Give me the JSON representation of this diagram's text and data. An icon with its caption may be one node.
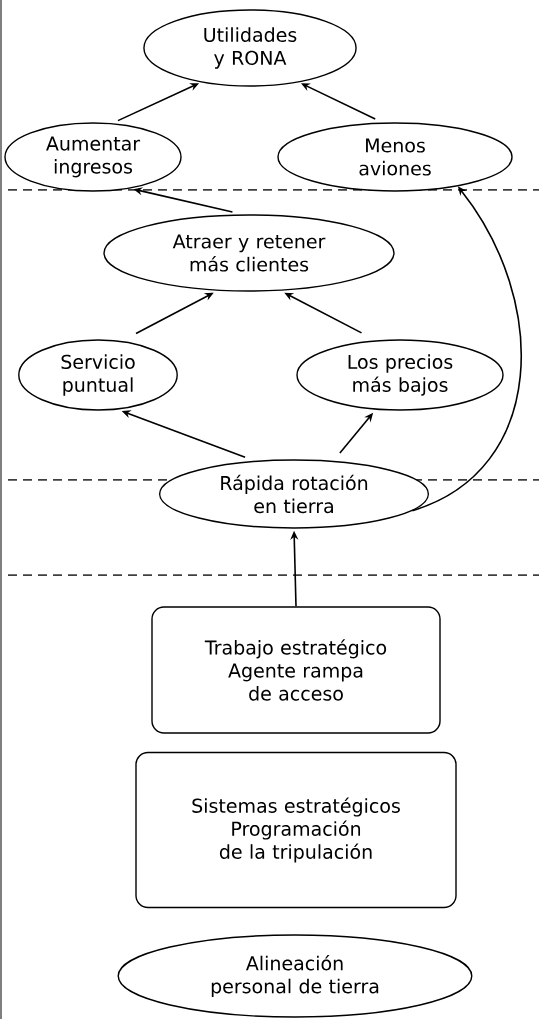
{
  "diagram": {
    "nodes": [
      {
        "text": [
          "Utilidades y RONA"
        ]
      },
      {
        "text": [
          "Aumentar ingresos"
        ]
      },
      {
        "text": [
          "Menos aviones"
        ]
      },
      {
        "text": [
          "Atraer y retener más clientes"
        ]
      },
      {
        "text": [
          "Servicio puntual"
        ]
      },
      {
        "text": [
          "Los precios más bajos"
        ]
      },
      {
        "text": [
          "Rápida rotación en tierra"
        ]
      },
      {
        "text": [
          "Trabajo estratégico Agente rampa de acceso"
        ]
      },
      {
        "text": [
          "Sistemas estratégicos Programación de la tripulación"
        ]
      },
      {
        "text": [
          "Alineación personal de tierra"
        ]
      }
    ],
    "edges": [
      {
        "from": 1,
        "to": 0,
        "arrow": "to"
      },
      {
        "from": 2,
        "to": 0,
        "arrow": "to"
      },
      {
        "from": 3,
        "to": 1,
        "arrow": "to"
      },
      {
        "from": 4,
        "to": 3,
        "arrow": "to"
      },
      {
        "from": 5,
        "to": 3,
        "arrow": "to"
      },
      {
        "from": 6,
        "to": 4,
        "arrow": "to"
      },
      {
        "from": 6,
        "to": 5,
        "arrow": "to"
      },
      {
        "from": 6,
        "to": 2,
        "arrow": "to"
      },
      {
        "from": 7,
        "to": 6,
        "arrow": "to"
      }
    ]
  }
}
